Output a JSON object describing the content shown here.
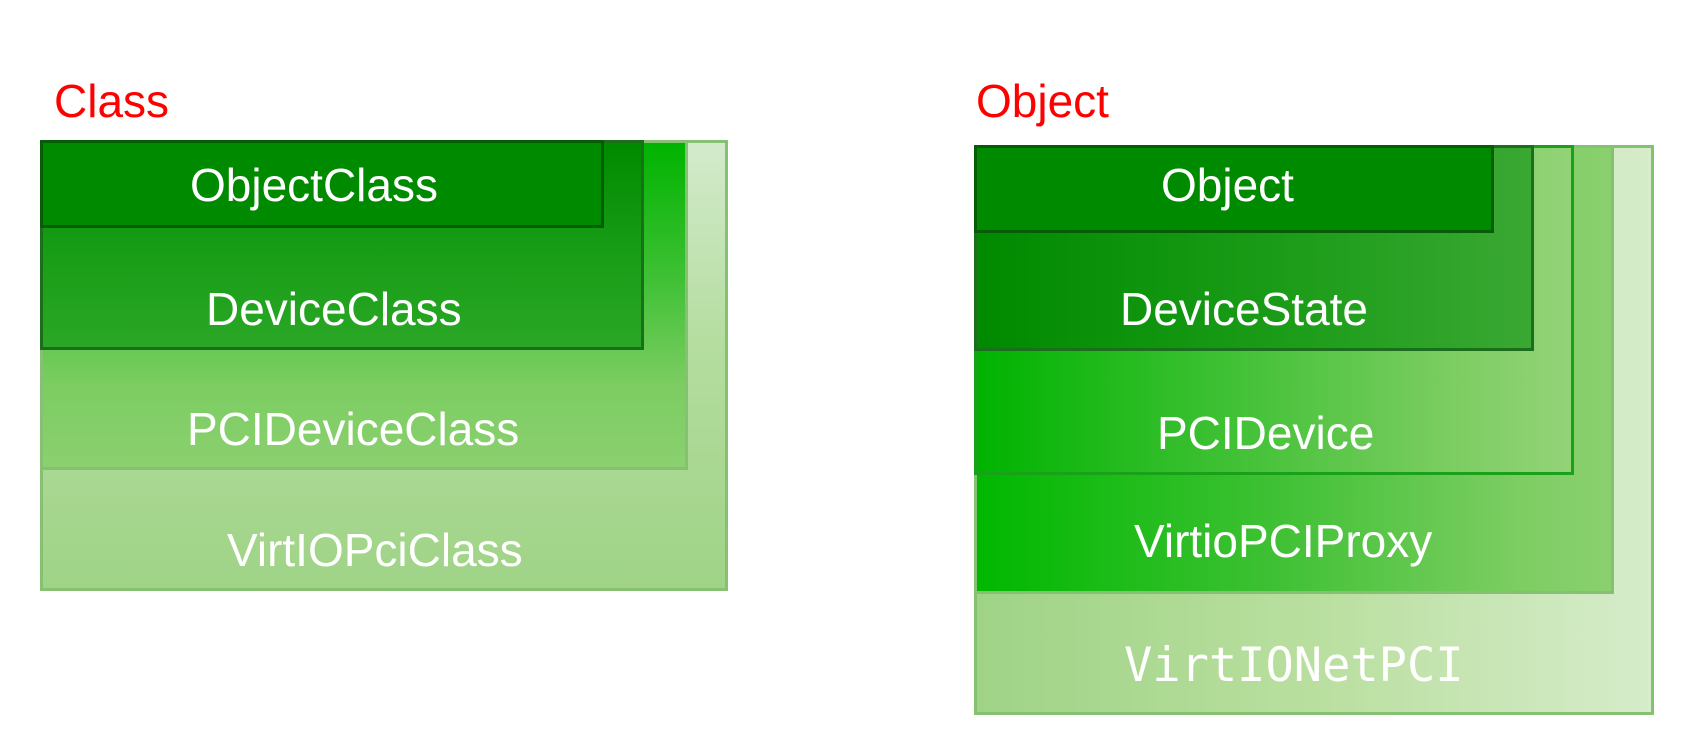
{
  "class_diagram": {
    "title": "Class",
    "layers": [
      {
        "label": "ObjectClass"
      },
      {
        "label": "DeviceClass"
      },
      {
        "label": "PCIDeviceClass"
      },
      {
        "label": "VirtIOPciClass"
      }
    ]
  },
  "object_diagram": {
    "title": "Object",
    "layers": [
      {
        "label": "Object"
      },
      {
        "label": "DeviceState"
      },
      {
        "label": "PCIDevice"
      },
      {
        "label": "VirtioPCIProxy"
      },
      {
        "label": "VirtIONetPCI"
      }
    ]
  }
}
